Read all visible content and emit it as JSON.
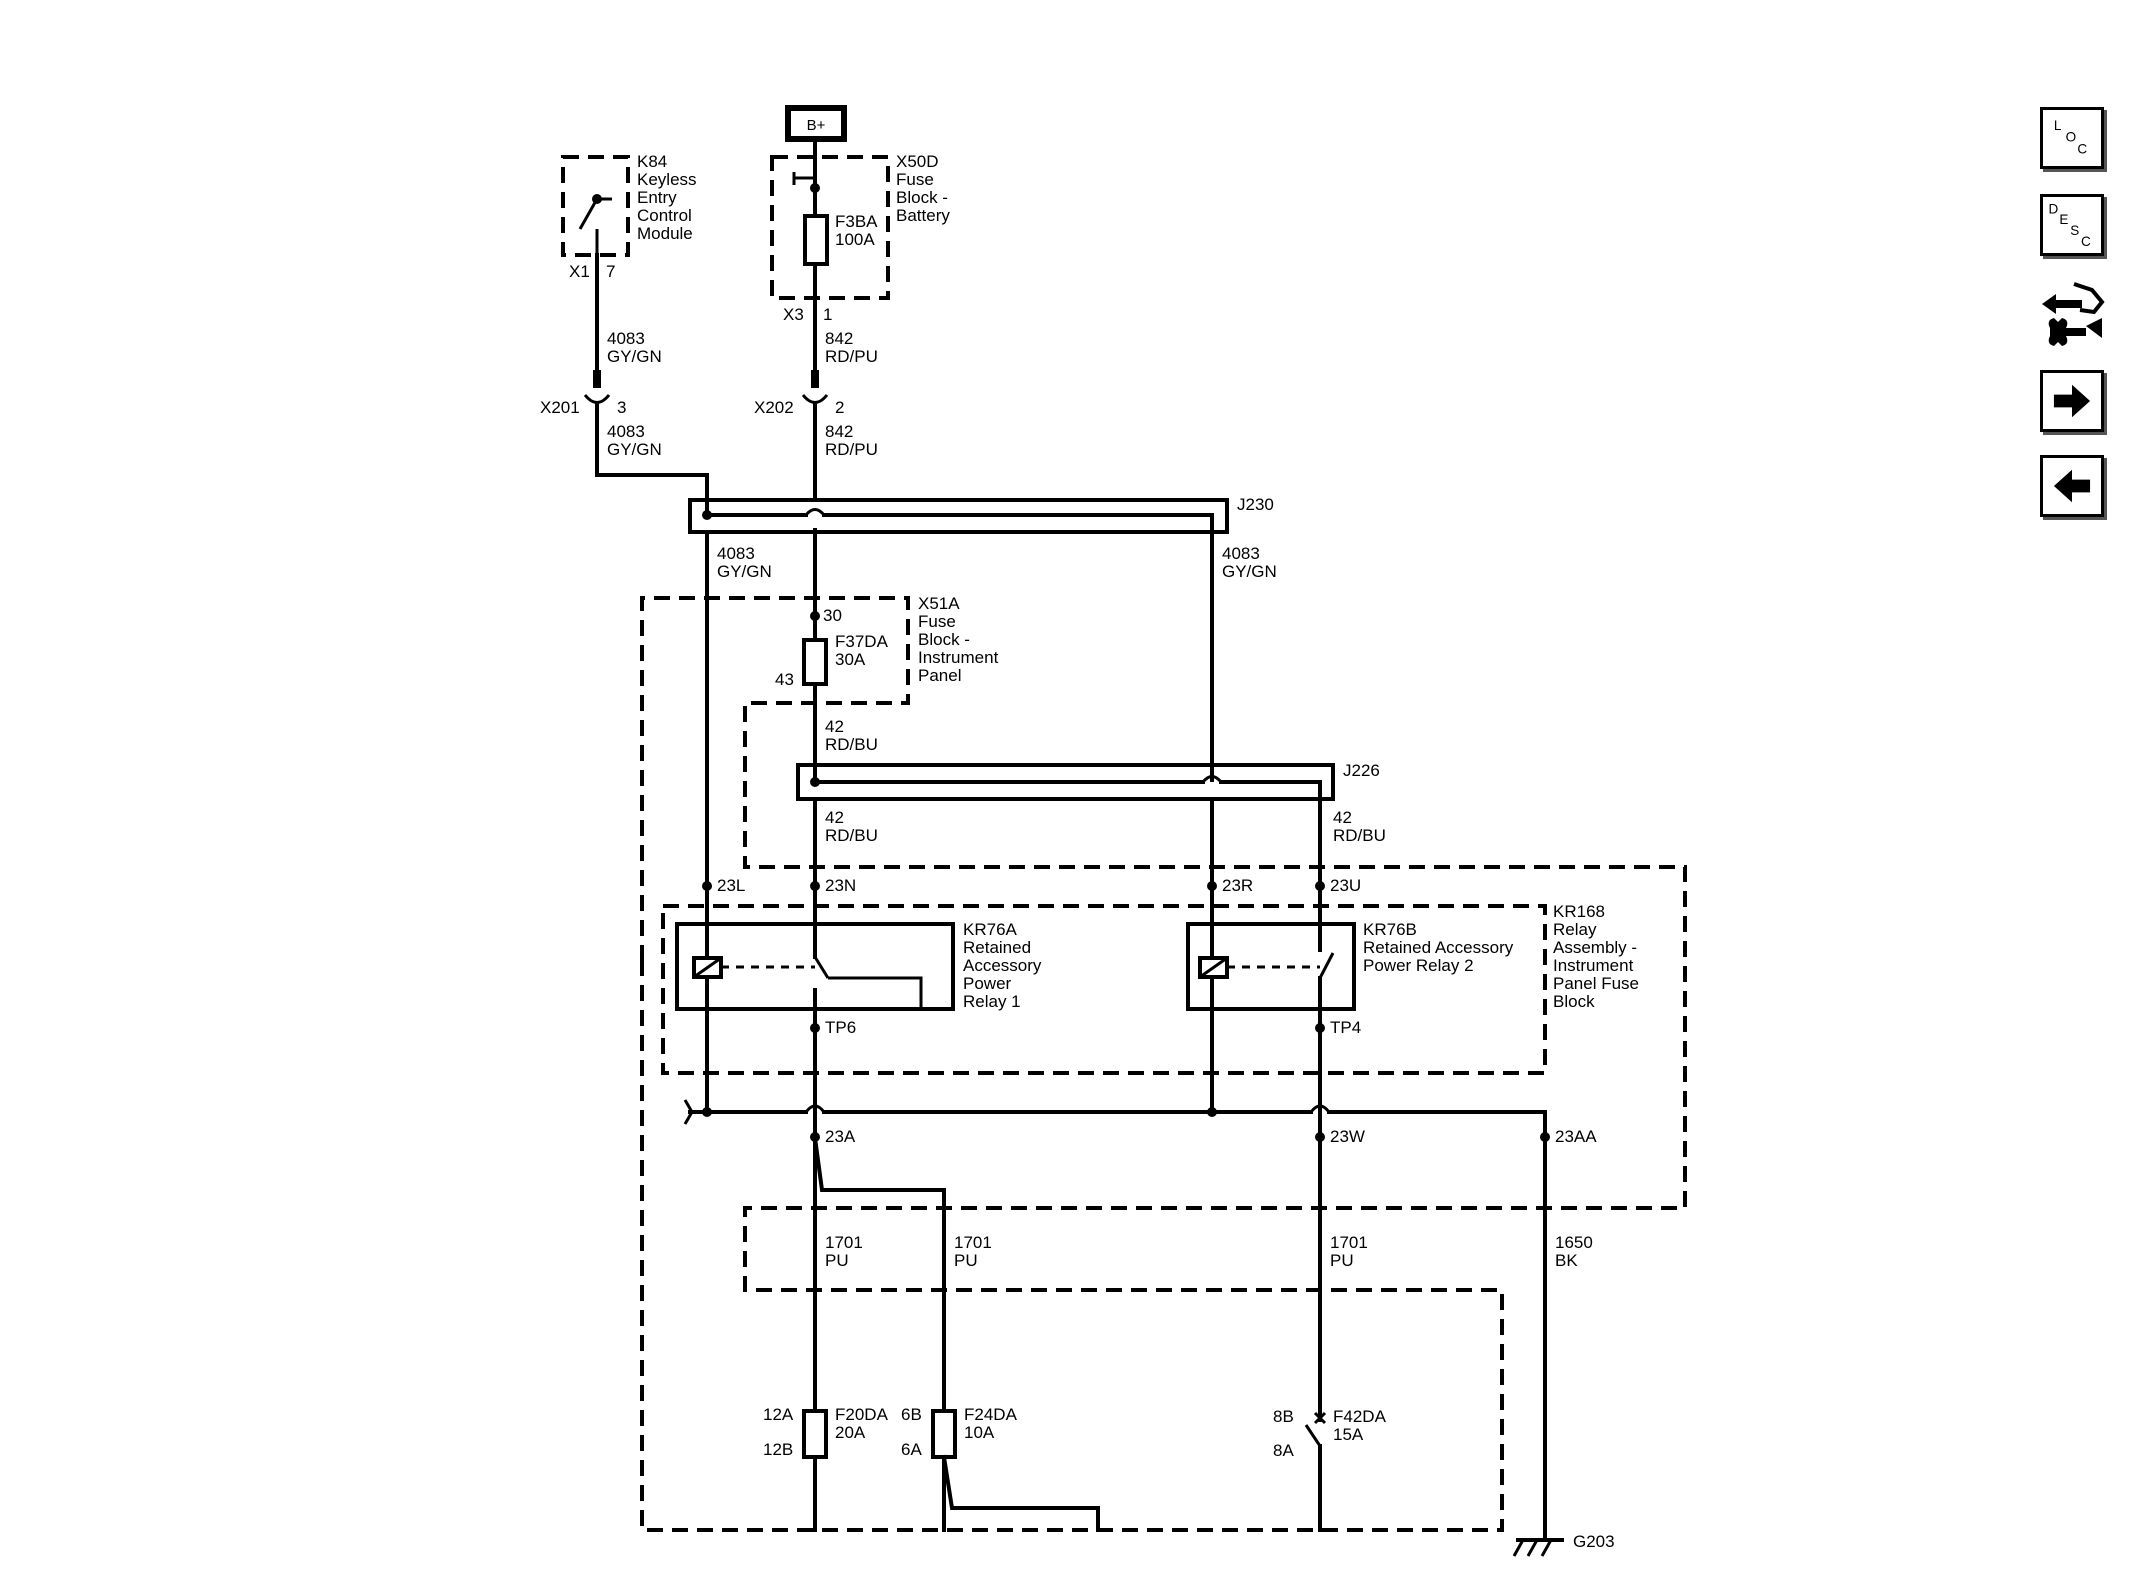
{
  "power": {
    "bplus": "B+"
  },
  "k84": {
    "lines": [
      "K84",
      "Keyless",
      "Entry",
      "Control",
      "Module"
    ],
    "conn": "X1",
    "pin": "7"
  },
  "x50d": {
    "lines": [
      "X50D",
      "Fuse",
      "Block -",
      "Battery"
    ],
    "fuse": [
      "F3BA",
      "100A"
    ],
    "conn": "X3",
    "pin": "1"
  },
  "wires": {
    "w4083_a": [
      "4083",
      "GY/GN"
    ],
    "w842_a": [
      "842",
      "RD/PU"
    ],
    "w4083_b": [
      "4083",
      "GY/GN"
    ],
    "w842_b": [
      "842",
      "RD/PU"
    ],
    "w4083_c": [
      "4083",
      "GY/GN"
    ],
    "w4083_d": [
      "4083",
      "GY/GN"
    ],
    "w42_a": [
      "42",
      "RD/BU"
    ],
    "w42_b": [
      "42",
      "RD/BU"
    ],
    "w42_c": [
      "42",
      "RD/BU"
    ],
    "w1701_a": [
      "1701",
      "PU"
    ],
    "w1701_b": [
      "1701",
      "PU"
    ],
    "w1701_c": [
      "1701",
      "PU"
    ],
    "w1650": [
      "1650",
      "BK"
    ]
  },
  "connectors": {
    "x201": {
      "name": "X201",
      "pin": "3"
    },
    "x202": {
      "name": "X202",
      "pin": "2"
    }
  },
  "splices": {
    "j230": "J230",
    "j226": "J226"
  },
  "x51a": {
    "lines": [
      "X51A",
      "Fuse",
      "Block -",
      "Instrument",
      "Panel"
    ],
    "fuse": [
      "F37DA",
      "30A"
    ],
    "pin_in": "30",
    "pin_out": "43"
  },
  "pins": {
    "p23l": "23L",
    "p23n": "23N",
    "p23r": "23R",
    "p23u": "23U",
    "p23a": "23A",
    "p23w": "23W",
    "p23aa": "23AA",
    "tp6": "TP6",
    "tp4": "TP4"
  },
  "kr76a": {
    "lines": [
      "KR76A",
      "Retained",
      "Accessory",
      "Power",
      "Relay 1"
    ]
  },
  "kr76b": {
    "lines": [
      "KR76B",
      "Retained Accessory",
      "Power Relay 2"
    ]
  },
  "kr168": {
    "lines": [
      "KR168",
      "Relay",
      "Assembly -",
      "Instrument",
      "Panel Fuse",
      "Block"
    ]
  },
  "fuses_bottom": {
    "f20da": {
      "name": "F20DA",
      "rating": "20A",
      "pin_top": "12A",
      "pin_bot": "12B"
    },
    "f24da": {
      "name": "F24DA",
      "rating": "10A",
      "pin_top": "6B",
      "pin_bot": "6A"
    },
    "f42da": {
      "name": "F42DA",
      "rating": "15A",
      "pin_top": "8B",
      "pin_bot": "8A"
    }
  },
  "ground": {
    "name": "G203"
  },
  "nav": {
    "loc": [
      "L",
      "O",
      "C"
    ],
    "desc": [
      "D",
      "E",
      "S",
      "C"
    ],
    "connector_icon": "connector-wrench-icon",
    "next_icon": "arrow-right-icon",
    "back_icon": "arrow-left-icon"
  }
}
